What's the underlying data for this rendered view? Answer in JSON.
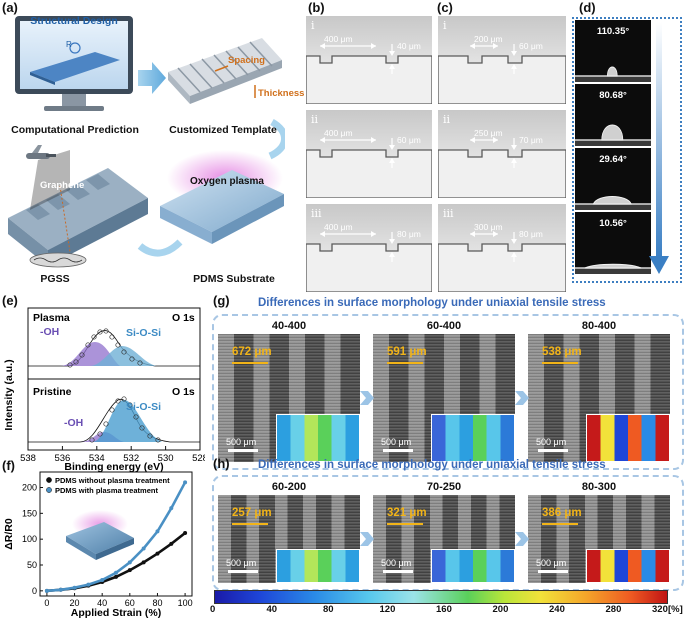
{
  "panel_labels": {
    "a": "(a)",
    "b": "(b)",
    "c": "(c)",
    "d": "(d)",
    "e": "(e)",
    "f": "(f)",
    "g": "(g)",
    "h": "(h)"
  },
  "panel_a": {
    "monitor_title": "Structural Design",
    "r_symbol": "R",
    "cap_computational": "Computational Prediction",
    "cap_template": "Customized Template",
    "spacing": "Spacing",
    "thickness": "Thickness",
    "graphene": "Graphene",
    "oxygen_plasma": "Oxygen plasma",
    "cap_pgss": "PGSS",
    "cap_pdms": "PDMS Substrate"
  },
  "panel_b": [
    {
      "roman": "i",
      "width": "400 μm",
      "depth": "40 μm"
    },
    {
      "roman": "ii",
      "width": "400 μm",
      "depth": "60 μm"
    },
    {
      "roman": "iii",
      "width": "400 μm",
      "depth": "80 μm"
    }
  ],
  "panel_c": [
    {
      "roman": "i",
      "width": "200 μm",
      "depth": "60 μm"
    },
    {
      "roman": "ii",
      "width": "250 μm",
      "depth": "70 μm"
    },
    {
      "roman": "iii",
      "width": "300 μm",
      "depth": "80 μm"
    }
  ],
  "panel_d": [
    "110.35°",
    "80.68°",
    "29.64°",
    "10.56°"
  ],
  "panel_e": {
    "top_label": "Plasma",
    "top_o1s": "O 1s",
    "bot_label": "Pristine",
    "bot_o1s": "O 1s",
    "oh": "-OH",
    "siosi": "Si-O-Si",
    "ylabel": "Intensity (a.u.)",
    "xlabel": "Binding energy (eV)",
    "xticks": [
      "538",
      "536",
      "534",
      "532",
      "530",
      "528"
    ]
  },
  "panel_g": {
    "title": "Differences in surface morphology under uniaxial tensile stress",
    "images": [
      {
        "title": "40-400",
        "measure": "672 μm",
        "scale": "500 μm"
      },
      {
        "title": "60-400",
        "measure": "591 μm",
        "scale": "500 μm"
      },
      {
        "title": "80-400",
        "measure": "538 μm",
        "scale": "500 μm"
      }
    ]
  },
  "panel_h": {
    "title": "Differences in surface morphology under uniaxial tensile stress",
    "images": [
      {
        "title": "60-200",
        "measure": "257 μm",
        "scale": "500 μm"
      },
      {
        "title": "70-250",
        "measure": "321 μm",
        "scale": "500 μm"
      },
      {
        "title": "80-300",
        "measure": "386 μm",
        "scale": "500 μm"
      }
    ]
  },
  "colorbar": {
    "ticks": [
      "0",
      "40",
      "80",
      "120",
      "160",
      "200",
      "240",
      "280",
      "320"
    ],
    "unit": "[%]"
  },
  "chart_data": {
    "type": "line",
    "title": "",
    "xlabel": "Applied Strain (%)",
    "ylabel": "ΔR/R0",
    "xlim": [
      -5,
      105
    ],
    "ylim": [
      -10,
      230
    ],
    "xticks": [
      0,
      20,
      40,
      60,
      80,
      100
    ],
    "yticks": [
      0,
      50,
      100,
      150,
      200
    ],
    "legend_position": "top-left",
    "series": [
      {
        "name": "PDMS  without plasma treatment",
        "color": "#111111",
        "x": [
          0,
          10,
          20,
          30,
          40,
          50,
          60,
          70,
          80,
          90,
          100
        ],
        "values": [
          0,
          2,
          5,
          10,
          17,
          27,
          40,
          55,
          72,
          91,
          112
        ]
      },
      {
        "name": "PDMS  with plasma treatment",
        "color": "#4a90c4",
        "x": [
          0,
          10,
          20,
          30,
          40,
          50,
          60,
          70,
          80,
          90,
          100
        ],
        "values": [
          0,
          2,
          6,
          12,
          21,
          35,
          55,
          82,
          115,
          160,
          210
        ]
      }
    ]
  }
}
